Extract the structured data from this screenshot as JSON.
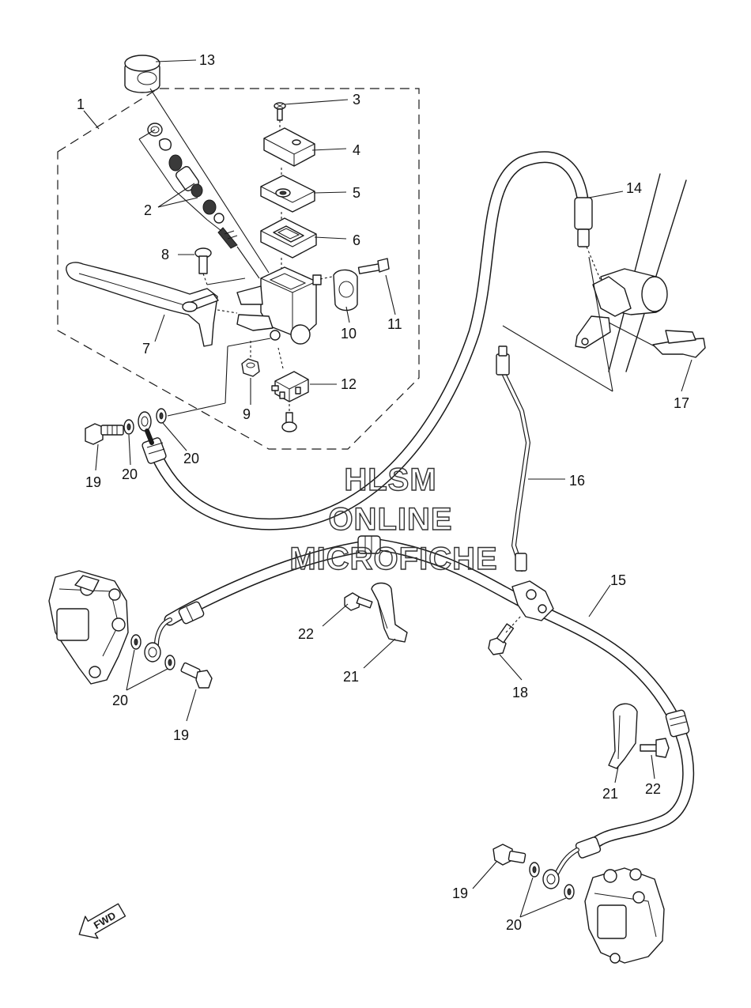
{
  "watermark": {
    "line1": "HLSM",
    "line2": "ONLINE",
    "line3": "MICROFICHE"
  },
  "direction_arrow": {
    "label": "FWD",
    "icon": "fwd-arrow-icon"
  },
  "callouts": {
    "c1": "1",
    "c2": "2",
    "c3": "3",
    "c4": "4",
    "c5": "5",
    "c6": "6",
    "c7": "7",
    "c8": "8",
    "c9": "9",
    "c10": "10",
    "c11": "11",
    "c12": "12",
    "c13": "13",
    "c14": "14",
    "c15": "15",
    "c16": "16",
    "c17": "17",
    "c18": "18",
    "c19a": "19",
    "c19b": "19",
    "c19c": "19",
    "c20a": "20",
    "c20b": "20",
    "c20c": "20",
    "c20d": "20",
    "c21a": "21",
    "c21b": "21",
    "c22a": "22",
    "c22b": "22"
  },
  "colors": {
    "ink": "#1a1a1a",
    "paper": "#ffffff"
  }
}
